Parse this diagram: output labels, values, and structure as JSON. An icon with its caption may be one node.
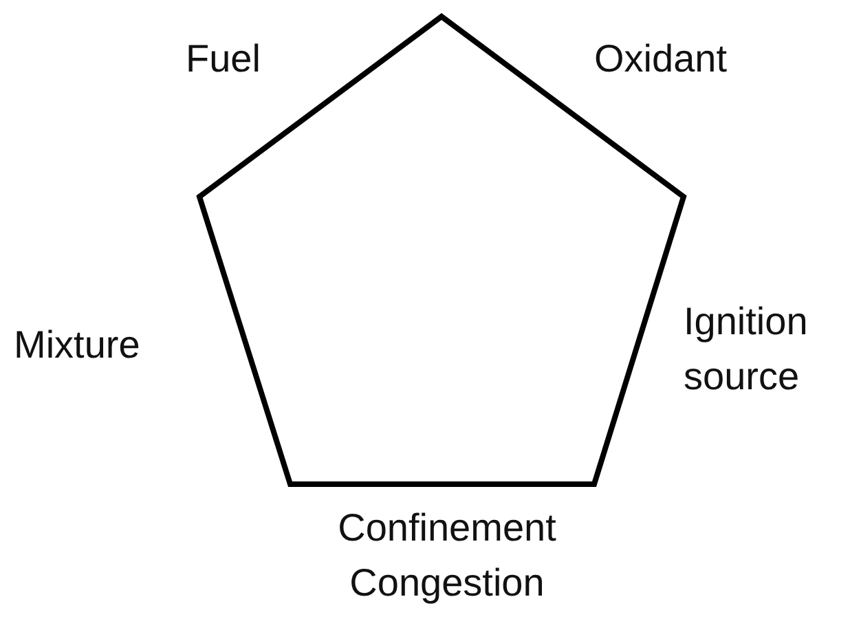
{
  "diagram": {
    "labels": [
      "Fuel",
      "Oxidant",
      "Mixture",
      "Ignition source",
      "Confinement Congestion"
    ]
  }
}
